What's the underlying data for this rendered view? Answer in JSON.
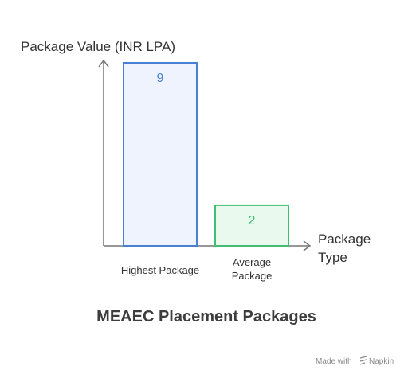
{
  "chart_data": {
    "type": "bar",
    "title": "MEAEC Placement Packages",
    "ylabel": "Package Value (INR LPA)",
    "xlabel": [
      "Package",
      "Type"
    ],
    "categories": [
      [
        "Highest Package"
      ],
      [
        "Average",
        "Package"
      ]
    ],
    "values": [
      9,
      2
    ],
    "ylim": [
      0,
      9
    ],
    "grid": false,
    "colors": [
      {
        "fill": "#eef3fd",
        "stroke": "#4a7fd4",
        "label": "#4a7fd4"
      },
      {
        "fill": "#e9f9ee",
        "stroke": "#3fbf6f",
        "label": "#3fbf6f"
      }
    ]
  },
  "footer": {
    "credit_prefix": "Made with",
    "credit_brand": "Napkin"
  }
}
